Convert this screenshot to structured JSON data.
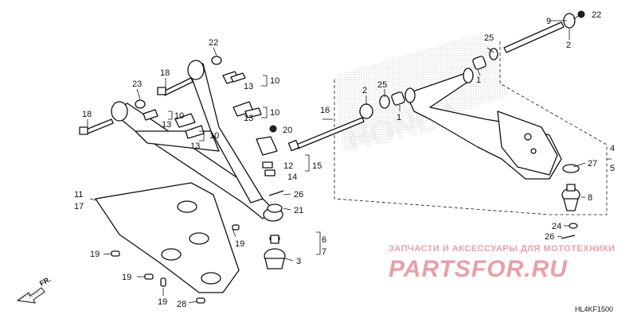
{
  "diagram": {
    "callouts": [
      "1",
      "1",
      "2",
      "2",
      "3",
      "4",
      "5",
      "6",
      "7",
      "8",
      "9",
      "10",
      "10",
      "10",
      "10",
      "11",
      "12",
      "13",
      "13",
      "13",
      "13",
      "13",
      "14",
      "15",
      "16",
      "17",
      "18",
      "18",
      "19",
      "19",
      "19",
      "19",
      "20",
      "21",
      "22",
      "23",
      "23",
      "24",
      "25",
      "25",
      "26",
      "26",
      "27",
      "28"
    ],
    "front_label": "FR.",
    "diagram_code": "HL4KF1500",
    "watermark": {
      "line1": "ЗАПЧАСТИ И АКСЕССУАРЫ ДЛЯ МОТОТЕХНИКИ",
      "line2": "PARTSFOR.RU"
    },
    "brand_logo": "HONDA"
  }
}
